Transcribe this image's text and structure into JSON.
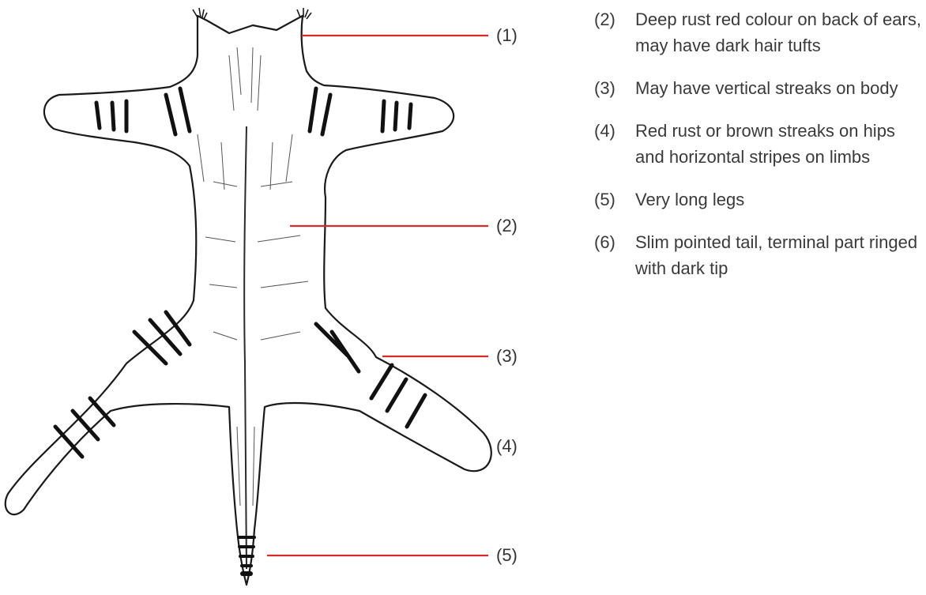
{
  "callouts": [
    {
      "number": "(1)",
      "leader_color": "#d62b2b"
    },
    {
      "number": "(2)",
      "leader_color": "#d62b2b"
    },
    {
      "number": "(3)",
      "leader_color": "#d62b2b"
    },
    {
      "number": "(4)",
      "leader_color": null
    },
    {
      "number": "(5)",
      "leader_color": "#d62b2b"
    }
  ],
  "notes": [
    {
      "number": "(2)",
      "text": "Deep rust red colour on back of ears, may have dark hair tufts"
    },
    {
      "number": "(3)",
      "text": "May have vertical streaks on body"
    },
    {
      "number": "(4)",
      "text": "Red rust or brown streaks on hips and horizontal stripes on limbs"
    },
    {
      "number": "(5)",
      "text": "Very long legs"
    },
    {
      "number": "(6)",
      "text": "Slim pointed tail, terminal part ringed with dark tip"
    }
  ],
  "colors": {
    "leader": "#d62b2b",
    "ink": "#1a1a1a",
    "text": "#3a3a3a"
  }
}
